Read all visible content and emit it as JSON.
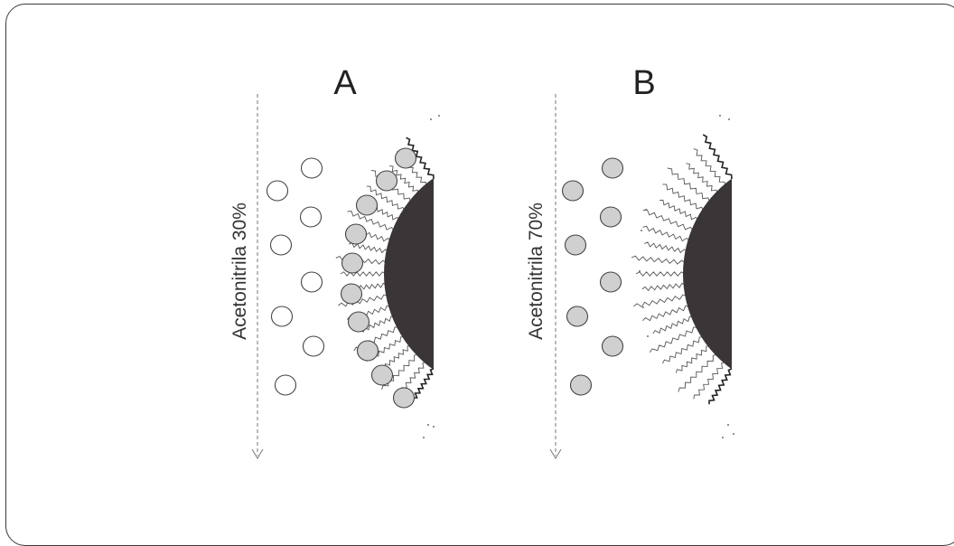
{
  "panels": [
    {
      "title": "A",
      "axis_label": "Acetonitrila 30%",
      "mobile_phase_molecules": "unfilled",
      "adsorbed_molecules": "filled"
    },
    {
      "title": "B",
      "axis_label": "Acetonitrila 70%",
      "mobile_phase_molecules": "filled",
      "adsorbed_molecules": "none"
    }
  ],
  "colors": {
    "particle": "#3a3536",
    "filled_molecule": "#d0d0d0",
    "molecule_stroke": "#444444",
    "chain": "#555555",
    "arrow": "#777777",
    "frame": "#3a3a3a"
  },
  "icons": {
    "arrow": "dashed-down-arrow",
    "particle": "stationary-phase-particle",
    "chain": "bonded-alkyl-chain",
    "molecule": "analyte-molecule"
  }
}
